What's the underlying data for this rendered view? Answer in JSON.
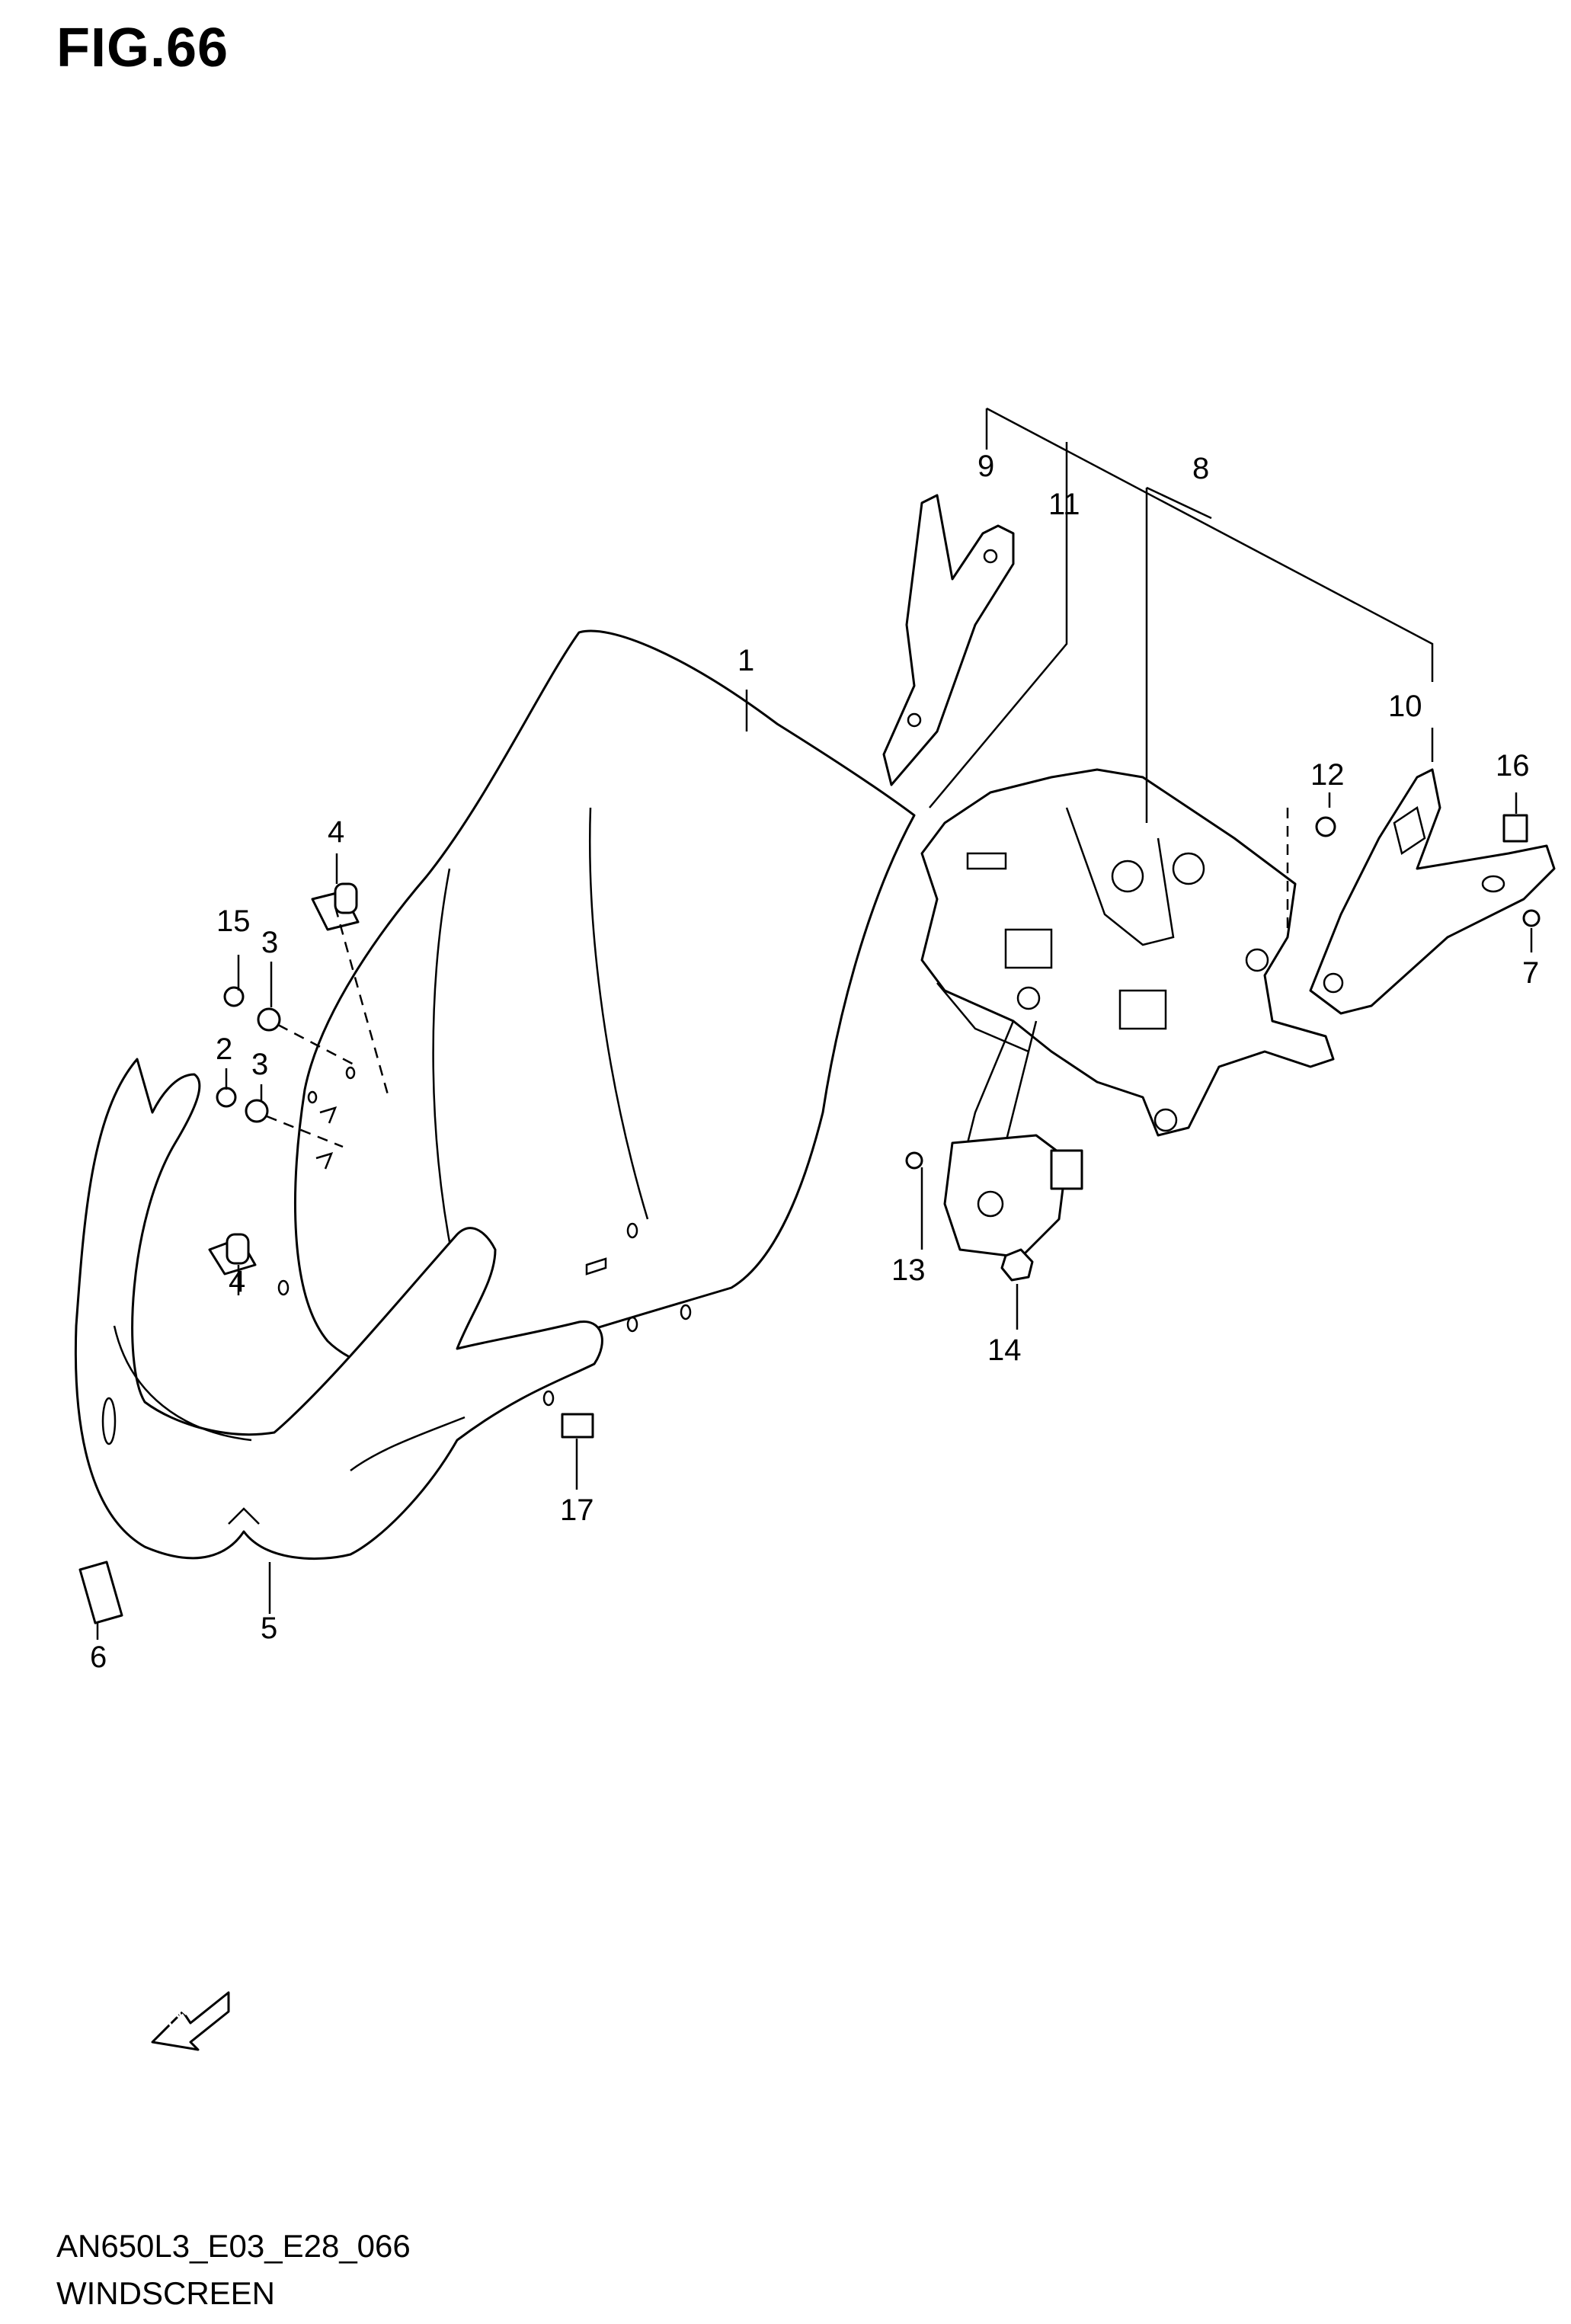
{
  "figure": {
    "title": "FIG.66",
    "code": "AN650L3_E03_E28_066",
    "name": "WINDSCREEN",
    "fwd_label": "FWD"
  },
  "callouts": {
    "c1": "1",
    "c2": "2",
    "c3a": "3",
    "c3b": "3",
    "c4a": "4",
    "c4b": "4",
    "c5": "5",
    "c6": "6",
    "c7": "7",
    "c8": "8",
    "c9": "9",
    "c10": "10",
    "c11": "11",
    "c12": "12",
    "c13": "13",
    "c14": "14",
    "c15": "15",
    "c16": "16",
    "c17": "17"
  }
}
